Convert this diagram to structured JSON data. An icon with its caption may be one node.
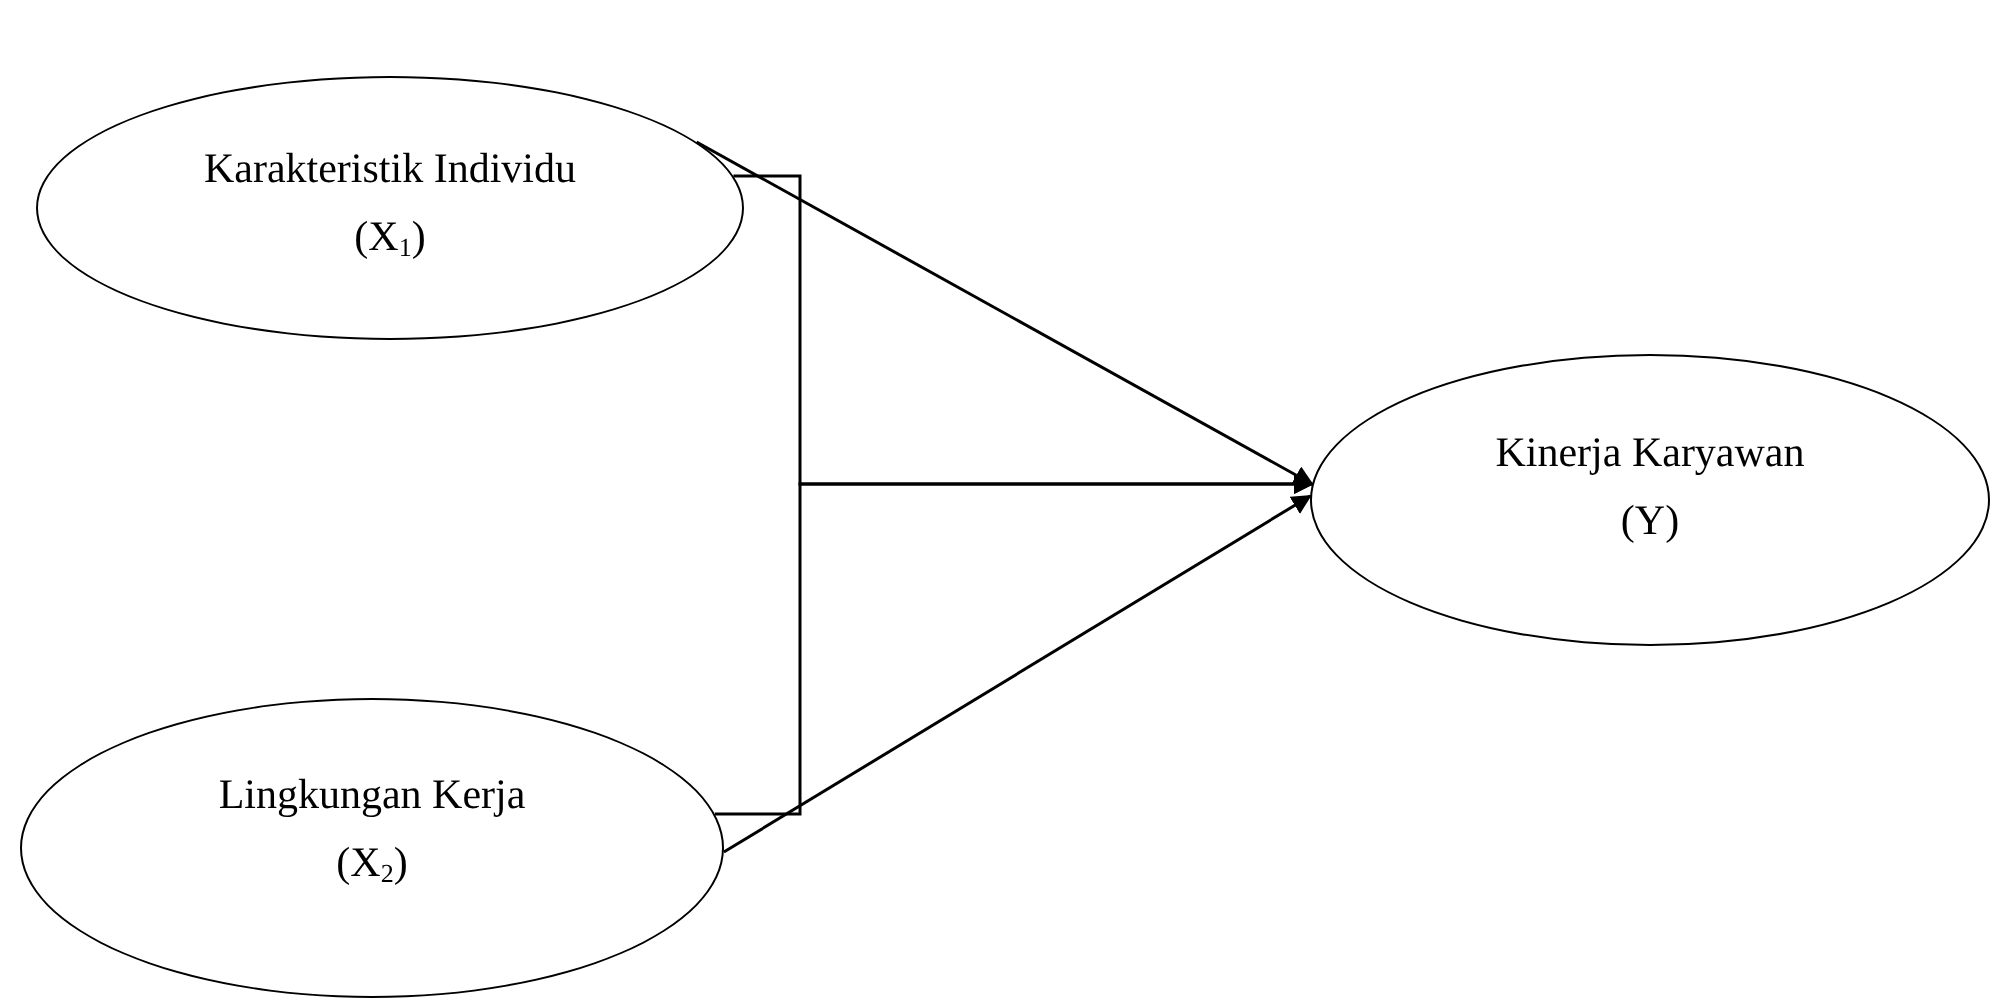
{
  "diagram": {
    "nodes": [
      {
        "text": [
          "Karakteristik Individu",
          "(X$_{1}$)"
        ]
      },
      {
        "text": [
          "Lingkungan Kerja",
          "(X$_{2}$)"
        ]
      },
      {
        "text": [
          "Kinerja Karyawan",
          "(Y)"
        ]
      }
    ],
    "edges": [
      {
        "from": 0,
        "to": 2,
        "arrow": "to"
      },
      {
        "from": 1,
        "to": 2,
        "arrow": "to"
      },
      {
        "from": 0,
        "to": 2,
        "arrow": "to"
      },
      {
        "from": 1,
        "to": 2,
        "arrow": "to"
      }
    ]
  }
}
